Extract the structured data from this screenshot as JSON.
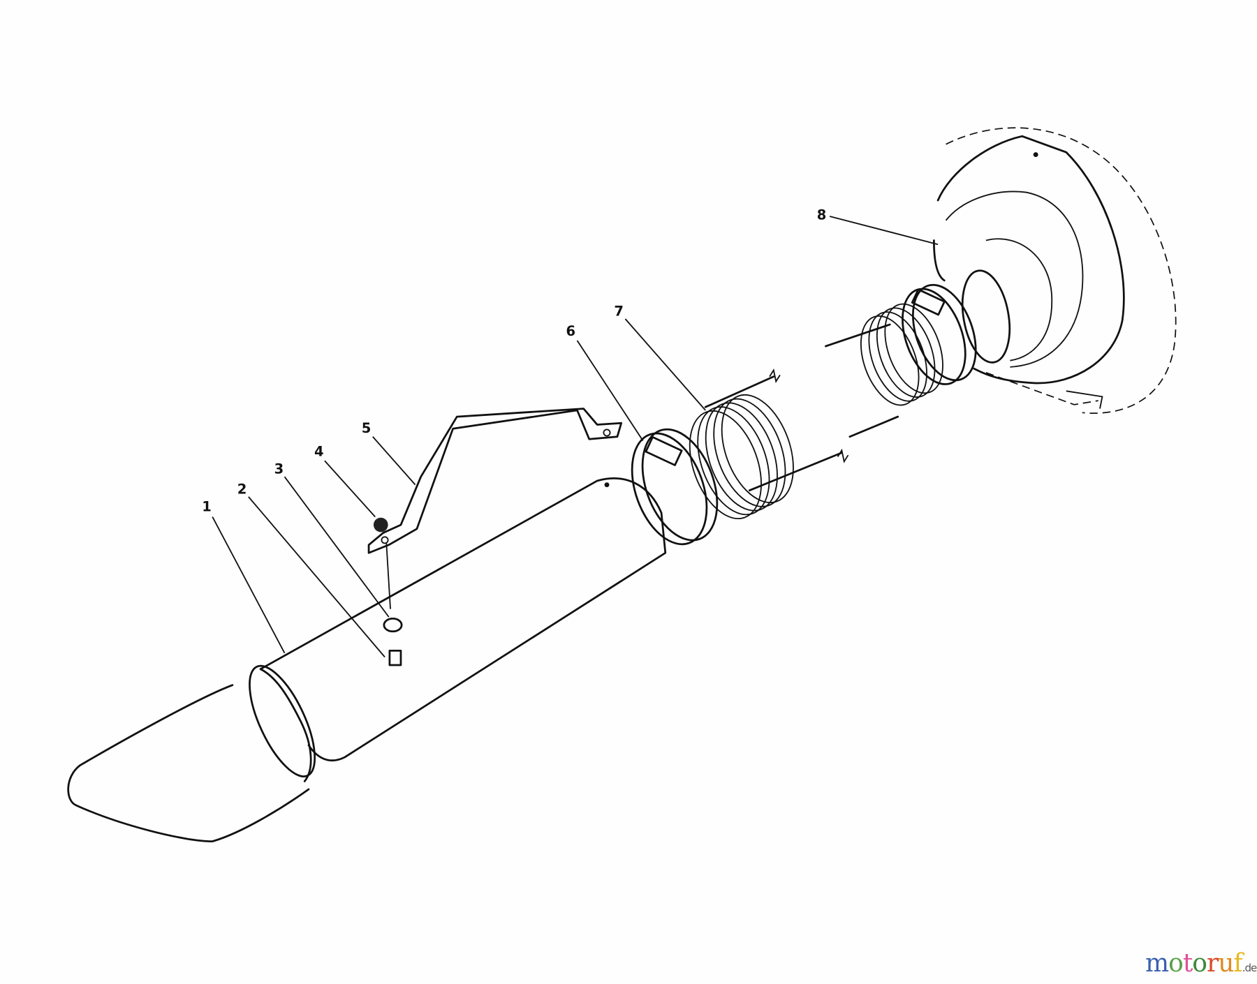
{
  "callouts": [
    "1",
    "2",
    "3",
    "4",
    "5",
    "6",
    "7",
    "8"
  ],
  "watermark": {
    "letters": [
      "m",
      "o",
      "t",
      "o",
      "r",
      "u",
      "f"
    ],
    "colors": [
      "#3a5fb0",
      "#5aa04a",
      "#e0509a",
      "#3a8a3a",
      "#d84a2a",
      "#e08a20",
      "#e8b820"
    ],
    "suffix": ".de"
  }
}
